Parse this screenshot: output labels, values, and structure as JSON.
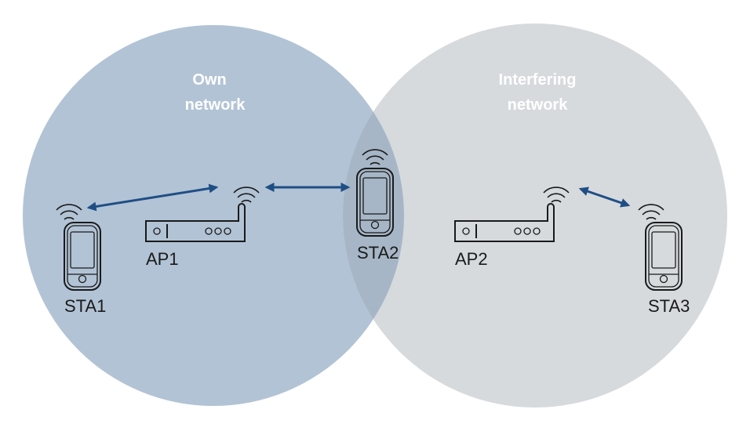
{
  "networks": {
    "own": {
      "title_line1": "Own",
      "title_line2": "network",
      "color": "#b2c3d5"
    },
    "interfering": {
      "title_line1": "Interfering",
      "title_line2": "network",
      "color": "#d6dadd"
    },
    "overlap_color": "#a6b6c6"
  },
  "devices": {
    "sta1": {
      "label": "STA1",
      "type": "station"
    },
    "ap1": {
      "label": "AP1",
      "type": "access-point"
    },
    "sta2": {
      "label": "STA2",
      "type": "station"
    },
    "ap2": {
      "label": "AP2",
      "type": "access-point"
    },
    "sta3": {
      "label": "STA3",
      "type": "station"
    }
  },
  "links": [
    {
      "from": "sta1",
      "to": "ap1",
      "style": "bidirectional"
    },
    {
      "from": "ap1",
      "to": "sta2",
      "style": "bidirectional"
    },
    {
      "from": "ap2",
      "to": "sta3",
      "style": "bidirectional"
    }
  ],
  "link_color": "#1f4e85"
}
